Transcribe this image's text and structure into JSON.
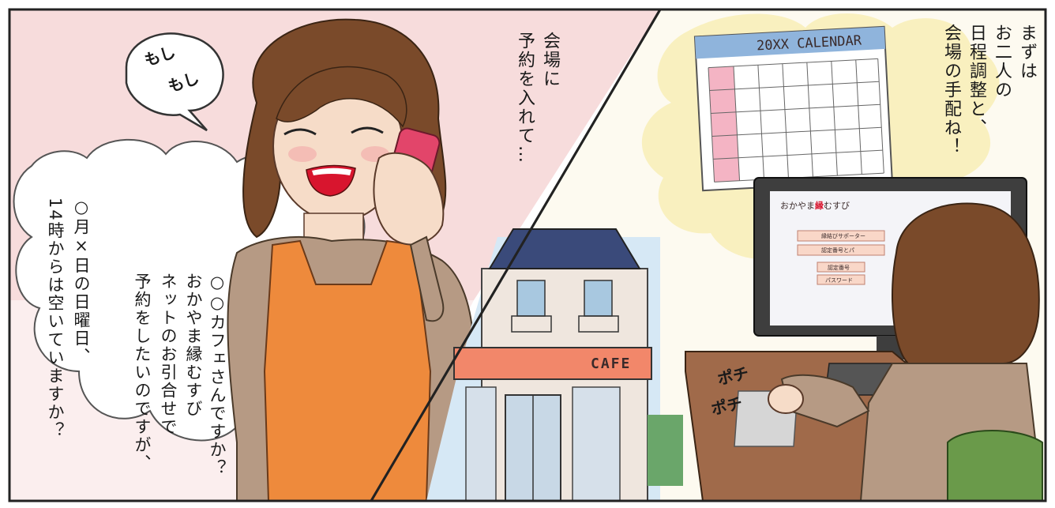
{
  "panel_left": {
    "sfx_moshi": [
      "もし",
      "もし"
    ],
    "narration": [
      "会場に",
      "予約を入れて…"
    ],
    "speech": [
      "○○カフェさんですか？",
      "おかやま縁むすび",
      "ネットのお引合せで",
      "予約をしたいのですが、",
      "○月×日の日曜日、",
      "14時からは空いていますか？"
    ],
    "cafe_sign": "CAFE"
  },
  "panel_right": {
    "narration": [
      "まずは",
      "お二人の",
      "日程調整と、",
      "会場の手配ね！"
    ],
    "calendar_title": "20XX CALENDAR",
    "sfx_click": [
      "ポチ",
      "ポチ"
    ],
    "screen": {
      "site_name_pre": "おかやま",
      "site_name_accent": "縁",
      "site_name_post": "むすび",
      "buttons": [
        "縁結びサポーター",
        "認定番号とパ",
        "認定番号",
        "パスワード"
      ]
    }
  },
  "colors": {
    "skin": "#f6dcc8",
    "hair": "#7a4a2a",
    "apron": "#ee8a3c",
    "phone": "#e2456a",
    "sky_left": "#f7d6d6",
    "sky_right": "#f8f1c4",
    "cafe_awning": "#f2876a",
    "calendar_accent": "#f4b4c4"
  }
}
